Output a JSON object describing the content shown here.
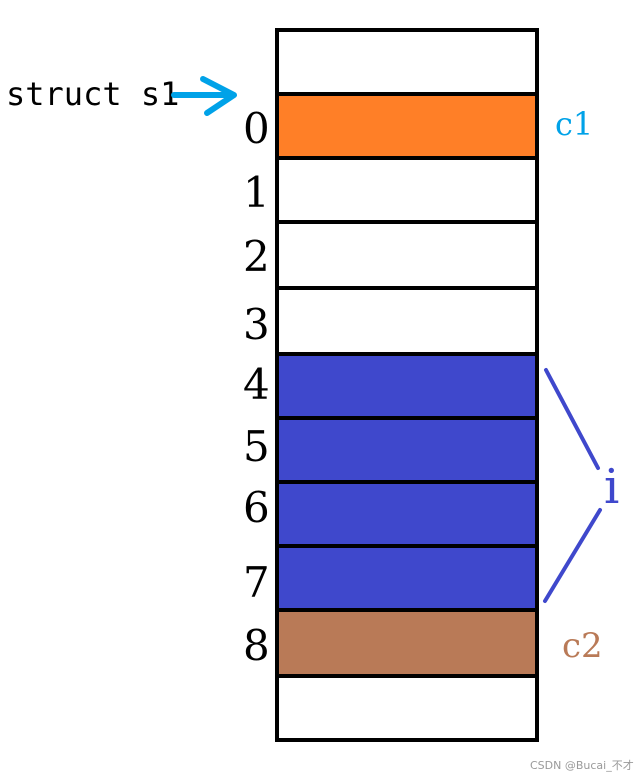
{
  "struct_label": "struct s1",
  "cells": [
    {
      "index": "",
      "fill": "#ffffff"
    },
    {
      "index": "0",
      "fill": "#ff7f27"
    },
    {
      "index": "1",
      "fill": "#ffffff"
    },
    {
      "index": "2",
      "fill": "#ffffff"
    },
    {
      "index": "3",
      "fill": "#ffffff"
    },
    {
      "index": "4",
      "fill": "#3f48cc"
    },
    {
      "index": "5",
      "fill": "#3f48cc"
    },
    {
      "index": "6",
      "fill": "#3f48cc"
    },
    {
      "index": "7",
      "fill": "#3f48cc"
    },
    {
      "index": "8",
      "fill": "#b97a57"
    },
    {
      "index": "",
      "fill": "#ffffff"
    }
  ],
  "annotations": {
    "c1": {
      "label": "c1",
      "color": "#00a2e8"
    },
    "i": {
      "label": "i",
      "color": "#3f48cc"
    },
    "c2": {
      "label": "c2",
      "color": "#b97a57"
    }
  },
  "arrow_color": "#00a2e8",
  "watermark": "CSDN @Bucai_不才"
}
